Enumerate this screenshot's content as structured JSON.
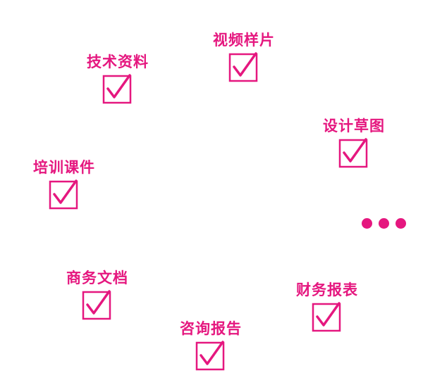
{
  "accent_color": "#E5177F",
  "items": [
    {
      "label": "视频样片",
      "checked": true
    },
    {
      "label": "技术资料",
      "checked": true
    },
    {
      "label": "设计草图",
      "checked": true
    },
    {
      "label": "培训课件",
      "checked": true
    },
    {
      "label": "商务文档",
      "checked": true
    },
    {
      "label": "财务报表",
      "checked": true
    },
    {
      "label": "咨询报告",
      "checked": true
    }
  ],
  "more_icon": "ellipsis-icon"
}
